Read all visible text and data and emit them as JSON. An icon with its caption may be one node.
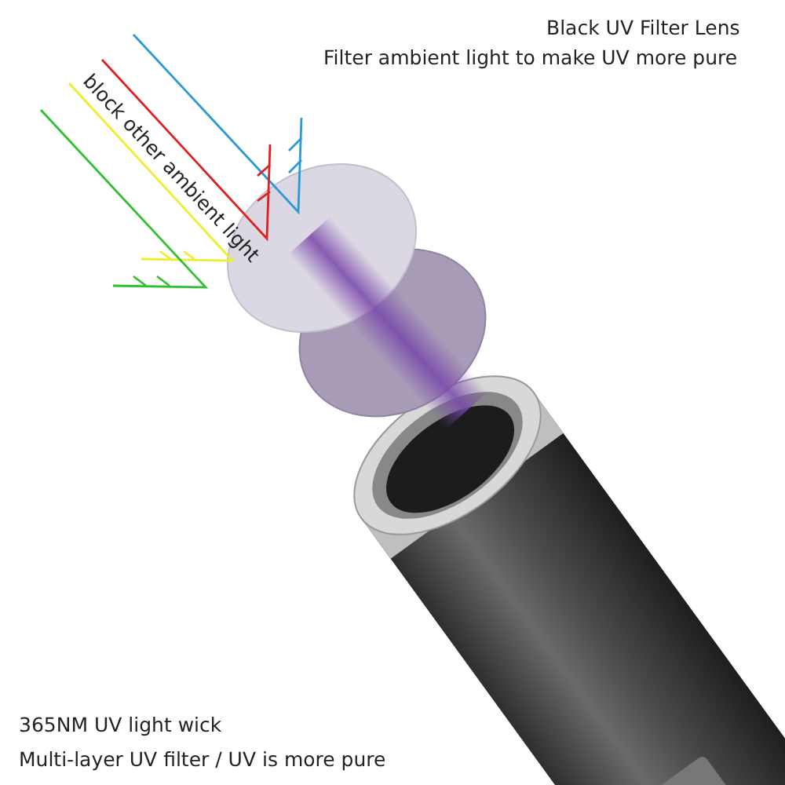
{
  "diagram": {
    "labels": [
      "Black UV Filter Lens",
      "Filter ambient light to make UV more pure",
      "block other ambient light",
      "365NM UV light wick",
      "Multi-layer UV filter / UV is more pure"
    ]
  }
}
